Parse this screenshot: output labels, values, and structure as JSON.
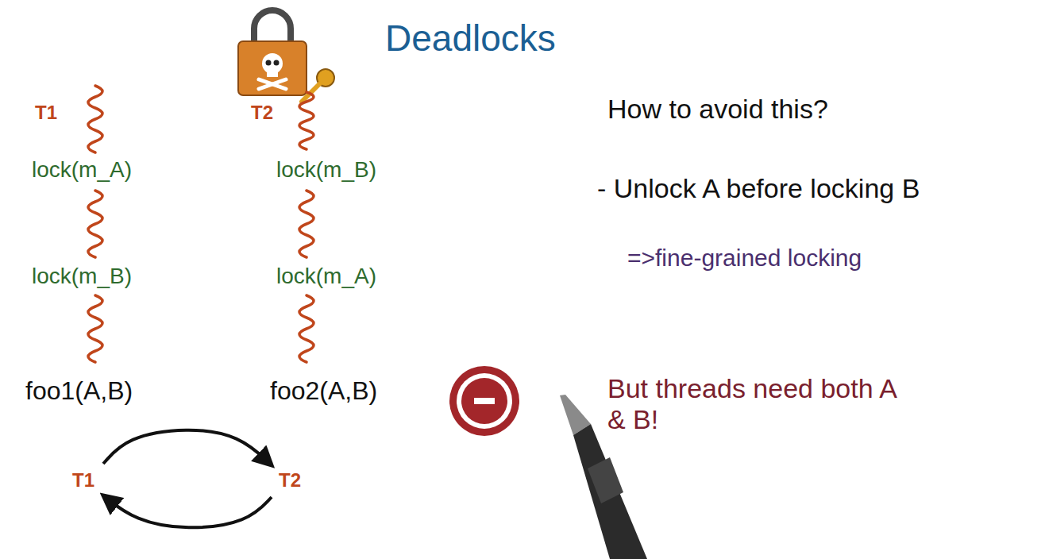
{
  "diagram": {
    "title": "Deadlocks",
    "nodes": [
      {
        "text": [
          "T1"
        ]
      },
      {
        "text": [
          "T2"
        ]
      }
    ],
    "edges": [
      {
        "from": 0,
        "to": 1,
        "arrow": "to"
      },
      {
        "from": 1,
        "to": 0,
        "arrow": "to"
      }
    ],
    "labels": [
      "T1",
      "T2",
      "lock(m_A)",
      "lock(m_B)",
      "lock(m_B)",
      "lock(m_A)",
      "foo1(A,B)",
      "foo2(A,B)",
      "How to avoid this?",
      "- Unlock A before locking B",
      "=>fine-grained locking",
      "But threads need both A & B!"
    ]
  }
}
